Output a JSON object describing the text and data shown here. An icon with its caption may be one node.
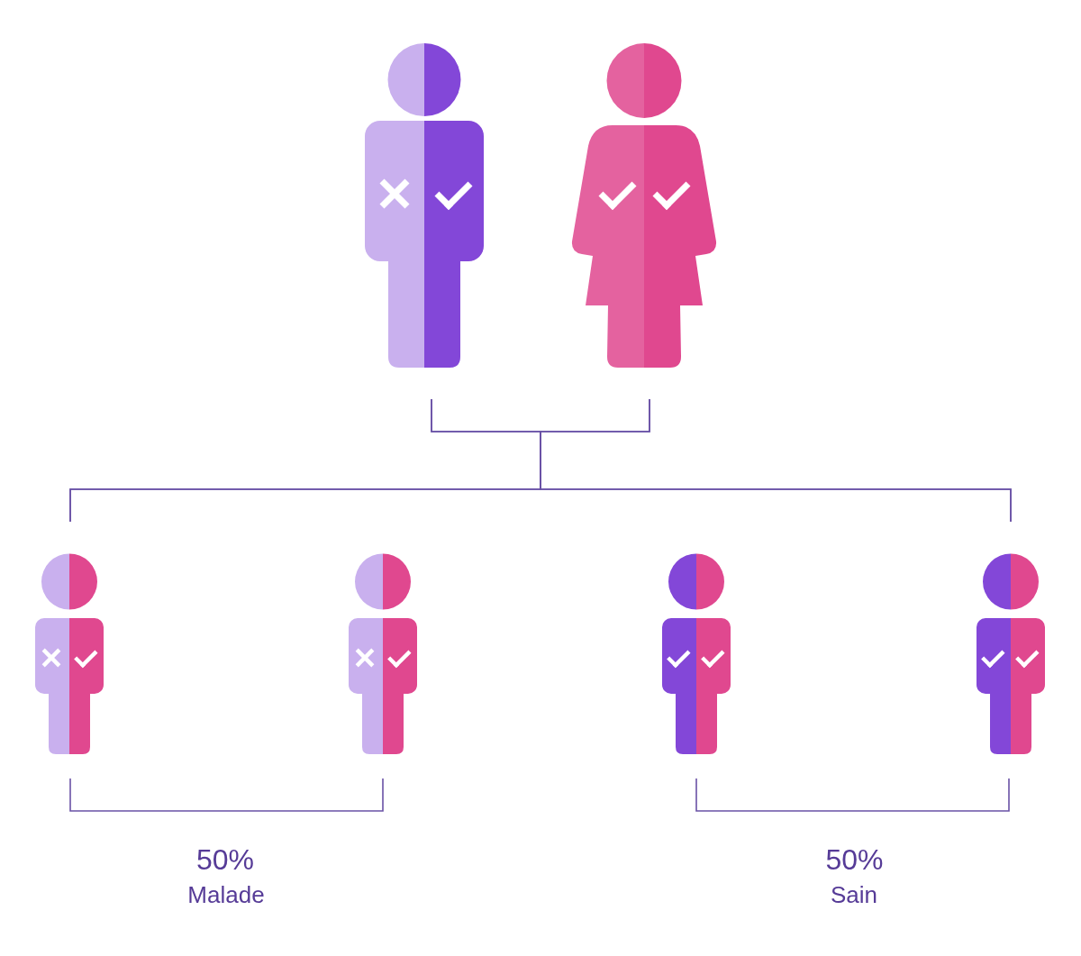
{
  "diagram": {
    "nodes": [
      {
        "text": [],
        "shape": "person"
      },
      {
        "text": [],
        "shape": "person"
      },
      {
        "text": [],
        "shape": "person"
      },
      {
        "text": [],
        "shape": "person"
      },
      {
        "text": [],
        "shape": "person"
      },
      {
        "text": [],
        "shape": "person"
      }
    ],
    "edges": [
      {
        "from": 0,
        "to": 2,
        "arrow": "none"
      },
      {
        "from": 0,
        "to": 5,
        "arrow": "none"
      },
      {
        "from": 1,
        "to": 2,
        "arrow": "none"
      },
      {
        "from": 1,
        "to": 5,
        "arrow": "none"
      }
    ],
    "labels": [
      "50%",
      "Malade",
      "50%",
      "Sain"
    ]
  }
}
